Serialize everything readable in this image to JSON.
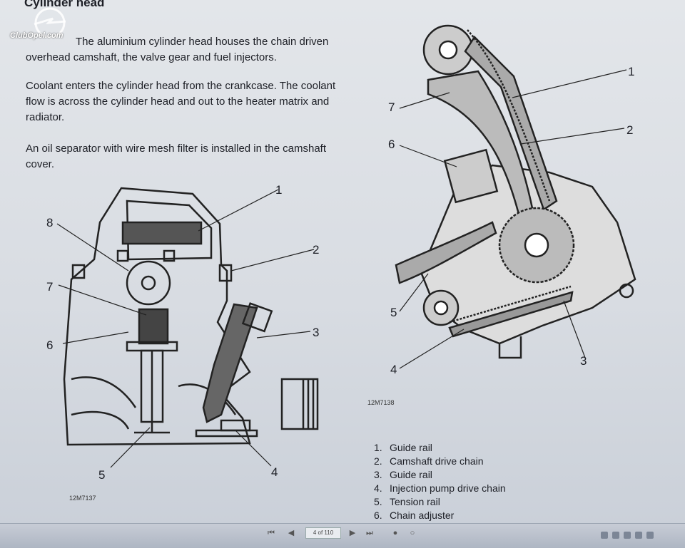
{
  "page": {
    "title": "Cylinder head",
    "paragraphs": [
      "The aluminium cylinder head houses the chain driven overhead camshaft, the valve gear and fuel injectors.",
      "Coolant enters the cylinder head from the crankcase. The coolant flow is across the cylinder head and out to the heater matrix and radiator.",
      "An oil separator with wire mesh filter is installed in the camshaft cover."
    ]
  },
  "watermark": {
    "text": "ClubOpel.com",
    "icon": "opel-logo-icon"
  },
  "figure_left": {
    "id": "12M7137",
    "callouts": [
      "1",
      "2",
      "3",
      "4",
      "5",
      "6",
      "7",
      "8"
    ]
  },
  "figure_right": {
    "id": "12M7138",
    "callouts": [
      "1",
      "2",
      "3",
      "4",
      "5",
      "6",
      "7"
    ]
  },
  "legend": [
    {
      "num": "1.",
      "text": "Guide rail"
    },
    {
      "num": "2.",
      "text": "Camshaft drive chain"
    },
    {
      "num": "3.",
      "text": "Guide rail"
    },
    {
      "num": "4.",
      "text": "Injection pump drive chain"
    },
    {
      "num": "5.",
      "text": "Tension rail"
    },
    {
      "num": "6.",
      "text": "Chain adjuster"
    }
  ],
  "viewer_toolbar": {
    "page_indicator": "4 of 110",
    "buttons": [
      "first-page-icon",
      "prev-page-icon",
      "next-page-icon",
      "last-page-icon",
      "back-icon",
      "forward-icon"
    ]
  }
}
